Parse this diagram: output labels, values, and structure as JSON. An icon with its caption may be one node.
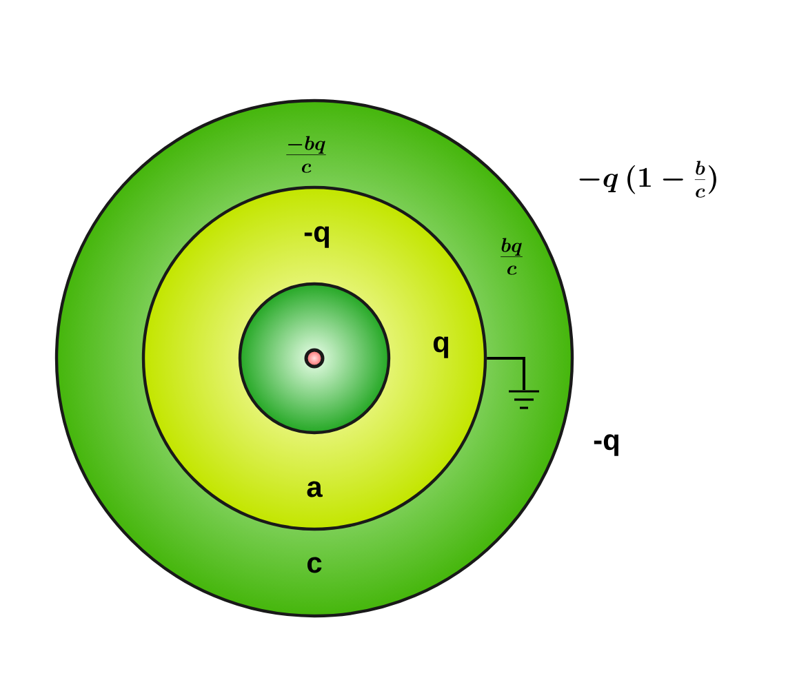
{
  "diagram": {
    "nodes": [
      {
        "text": [
          "\\frac{-bq}{c}",
          "\\frac{bq}{c}",
          "c"
        ]
      },
      {
        "text": [
          "-q",
          "q",
          "a"
        ],
        "in": 0
      },
      {
        "text": [],
        "shape": "circle",
        "in": 1
      },
      {
        "text": [],
        "shape": "circle",
        "in": 2
      },
      {
        "text": [],
        "shape": "ground",
        "in": 0
      }
    ],
    "edges": [
      {
        "from": 1,
        "to": 4,
        "arrow": "none"
      }
    ],
    "labels": [
      "-q\\,(1-\\frac{b}{c})",
      "-q"
    ]
  }
}
